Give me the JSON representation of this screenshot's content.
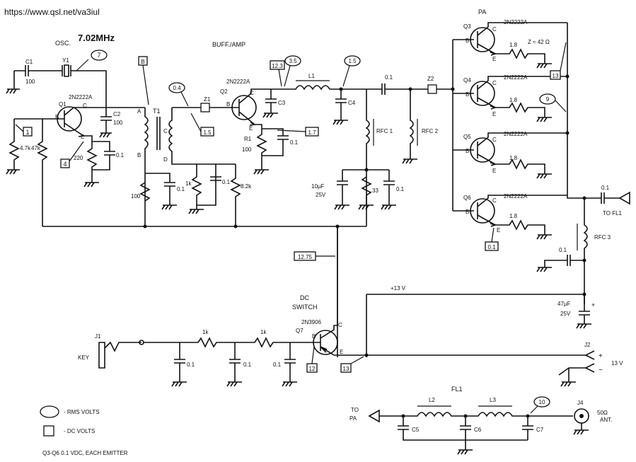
{
  "header": {
    "url": "https://www.qsl.net/va3iul",
    "freq": "7.02MHz"
  },
  "sections": {
    "osc": "OSC.",
    "buff": "BUFF./AMP",
    "pa": "PA",
    "dc_switch_1": "DC",
    "dc_switch_2": "SWITCH",
    "fl1": "FL1"
  },
  "transistors": {
    "q1": "Q1",
    "q1_type": "2N2222A",
    "q2": "Q2",
    "q2_type": "2N2222A",
    "q3": "Q3",
    "q4": "Q4",
    "q5": "Q5",
    "q6": "Q6",
    "pa_type": "2N2222A",
    "q7": "Q7",
    "q7_type": "2N3906"
  },
  "pins": {
    "b": "B",
    "c": "C",
    "e": "E",
    "a": "A",
    "d": "D"
  },
  "components": {
    "c1": "C1",
    "c1_val": "100",
    "y1": "Y1",
    "c2": "C2",
    "c2_val": "100",
    "r_47k_a": "4.7k",
    "r_47k_b": "47k",
    "r_220": "220",
    "c_01": "0.1",
    "t1": "T1",
    "r_100": "100",
    "r_1k": "1k",
    "r_82k": "8.2k",
    "z1": "Z1",
    "z2": "Z2",
    "c3": "C3",
    "c4": "C4",
    "l1": "L1",
    "r1": "R1",
    "r1_val": "100",
    "rfc1": "RFC 1",
    "rfc2": "RFC 2",
    "rfc3": "RFC 3",
    "c_10uf": "10µF",
    "v25": "25V",
    "r_33": "33",
    "r_18": "1.8",
    "z_42": "Z ≈ 42 Ω",
    "c_47uf": "47µF",
    "l2": "L2",
    "l3": "L3",
    "c5": "C5",
    "c6": "C6",
    "c7": "C7",
    "j1": "J1",
    "key": "KEY",
    "j2": "J2",
    "j4": "J4",
    "ant1": "50Ω",
    "ant2": "ANT.",
    "plus13": "+13 V",
    "v13": "13 V",
    "plus": "+",
    "minus": "−",
    "to_fl1": "TO FL1",
    "to_pa_1": "TO",
    "to_pa_2": "PA"
  },
  "rms_volts": {
    "osc": "7",
    "buff": "0.4",
    "amp": "3.5",
    "c4": "1.5",
    "pa": "9",
    "ant": "10"
  },
  "dc_volts": {
    "q1b": "1",
    "q1e": "4",
    "q2": "12.3",
    "z1": "1.5",
    "r1": "1.7",
    "pa": "13",
    "q6e": "0.1",
    "sw": "12.75",
    "q7b": "12",
    "q7e": "13"
  },
  "legend": {
    "rms": "- RMS VOLTS",
    "dc": "- DC VOLTS",
    "note": "Q3-Q6  0.1 VDC, EACH EMITTER"
  }
}
